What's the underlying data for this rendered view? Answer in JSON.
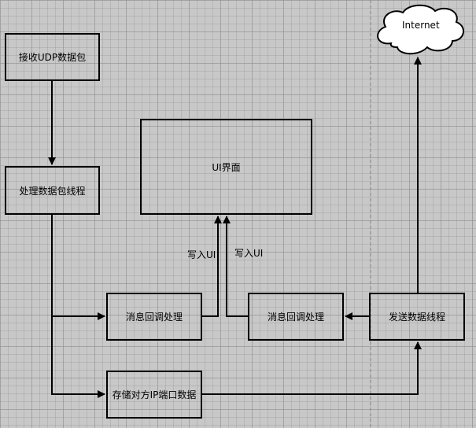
{
  "diagram": {
    "nodes": {
      "recv_udp": "接收UDP数据包",
      "process_thread": "处理数据包线程",
      "ui": "UI界面",
      "callback_left": "消息回调处理",
      "callback_right": "消息回调处理",
      "send_thread": "发送数据线程",
      "store_ip": "存储对方IP端口数据",
      "internet": "Internet"
    },
    "edge_labels": {
      "write_ui_left": "写入UI",
      "write_ui_right": "写入UI"
    }
  }
}
